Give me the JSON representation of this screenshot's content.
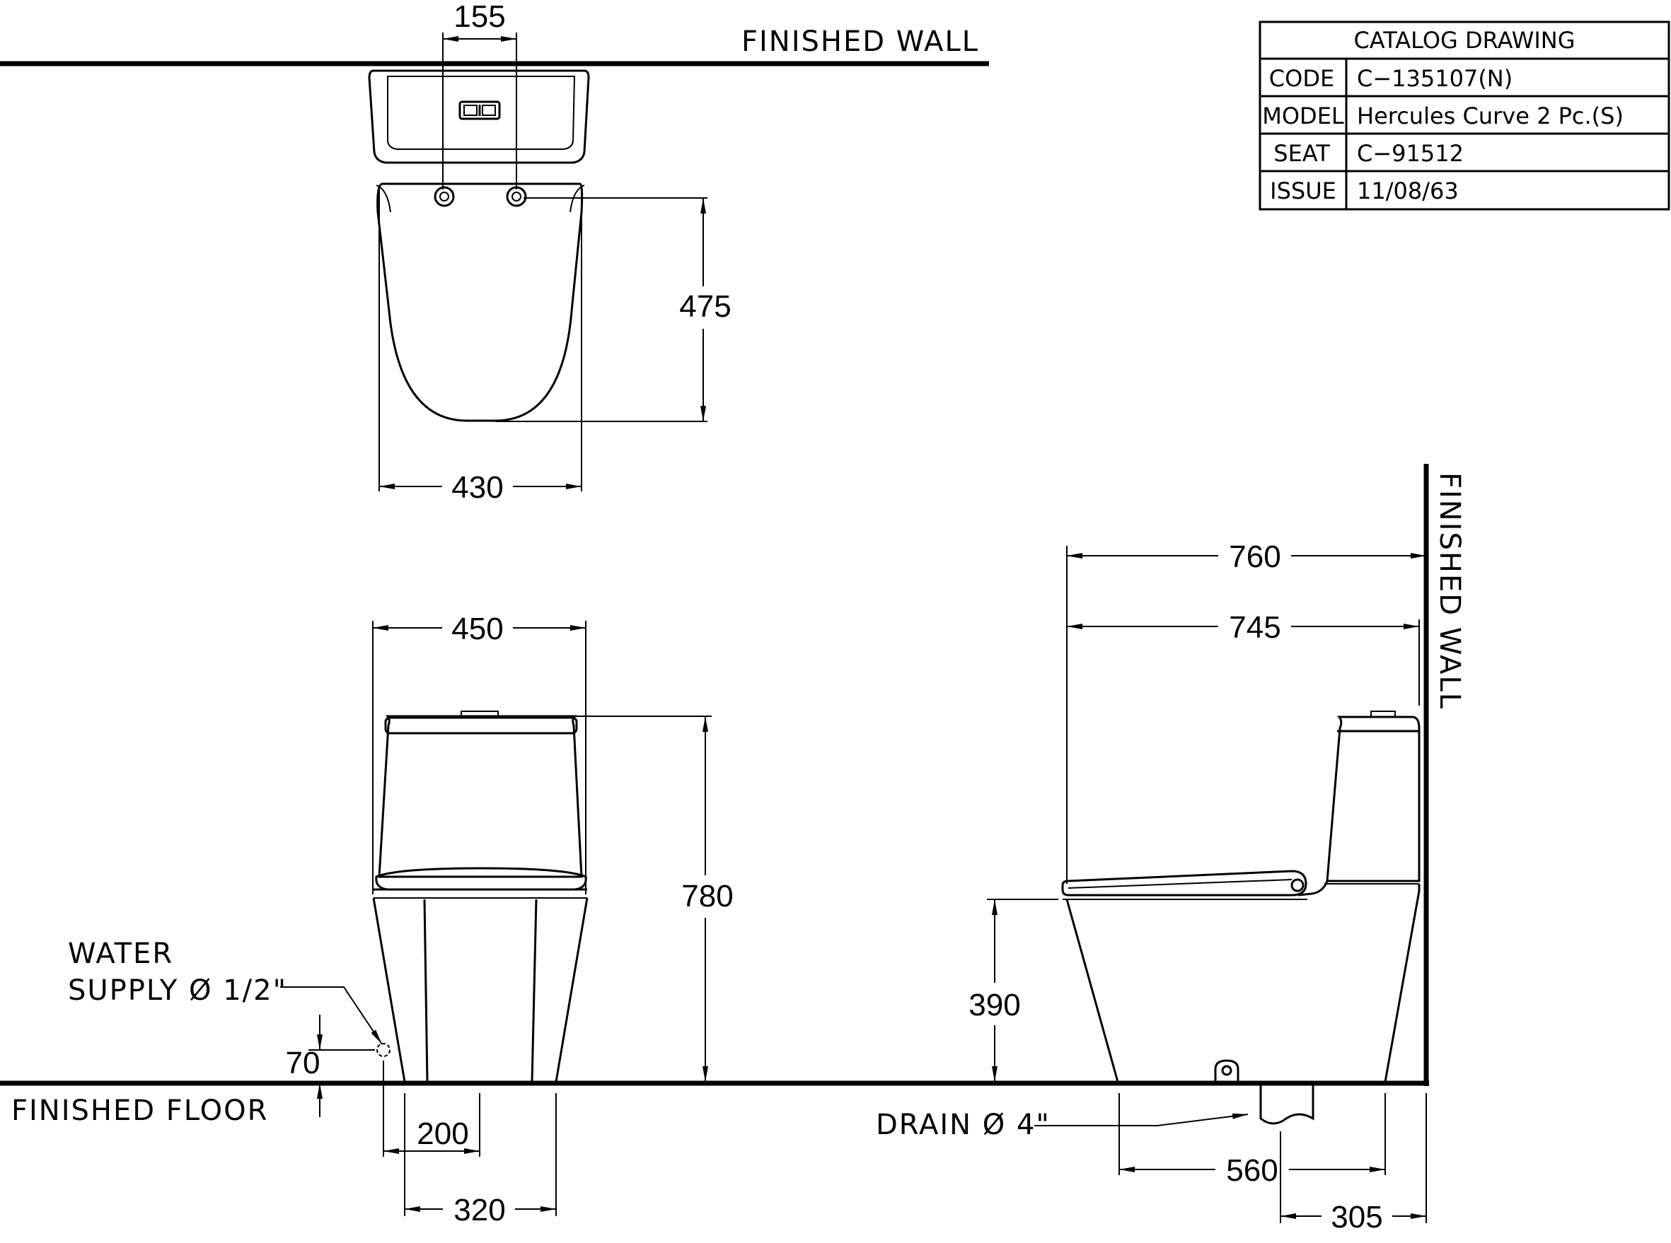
{
  "title_block": {
    "header": "CATALOG  DRAWING",
    "rows": [
      {
        "key": "CODE",
        "value": "C−135107(N)"
      },
      {
        "key": "MODEL",
        "value": "Hercules  Curve  2  Pc.(S)"
      },
      {
        "key": "SEAT",
        "value": "C−91512"
      },
      {
        "key": "ISSUE",
        "value": "11/08/63"
      }
    ]
  },
  "labels": {
    "finished_wall_top": "FINISHED  WALL",
    "finished_wall_side": "FINISHED  WALL",
    "finished_floor": "FINISHED  FLOOR",
    "water_supply_line1": "WATER",
    "water_supply_line2": "SUPPLY Ø 1/2\"",
    "drain": "DRAIN Ø 4\""
  },
  "dimensions": {
    "bolt_spacing": "155",
    "seat_depth": "475",
    "top_width": "430",
    "front_width": "450",
    "total_height": "780",
    "supply_height": "70",
    "supply_offset": "200",
    "base_width": "320",
    "overall_length": "760",
    "bowl_length": "745",
    "seat_height": "390",
    "drain_base": "560",
    "rough_in": "305"
  }
}
